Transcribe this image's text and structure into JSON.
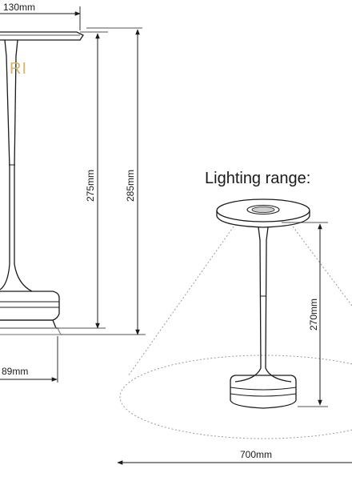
{
  "labels": {
    "top_width": "130mm",
    "height_275": "275mm",
    "height_285": "285mm",
    "base_width": "89mm",
    "lighting_title": "Lighting range:",
    "light_height": "270mm",
    "light_diameter": "700mm"
  },
  "watermark": "RI",
  "colors": {
    "line": "#1a1a1a",
    "light_line": "#9a9a9a",
    "watermark": "#d9b36b"
  }
}
